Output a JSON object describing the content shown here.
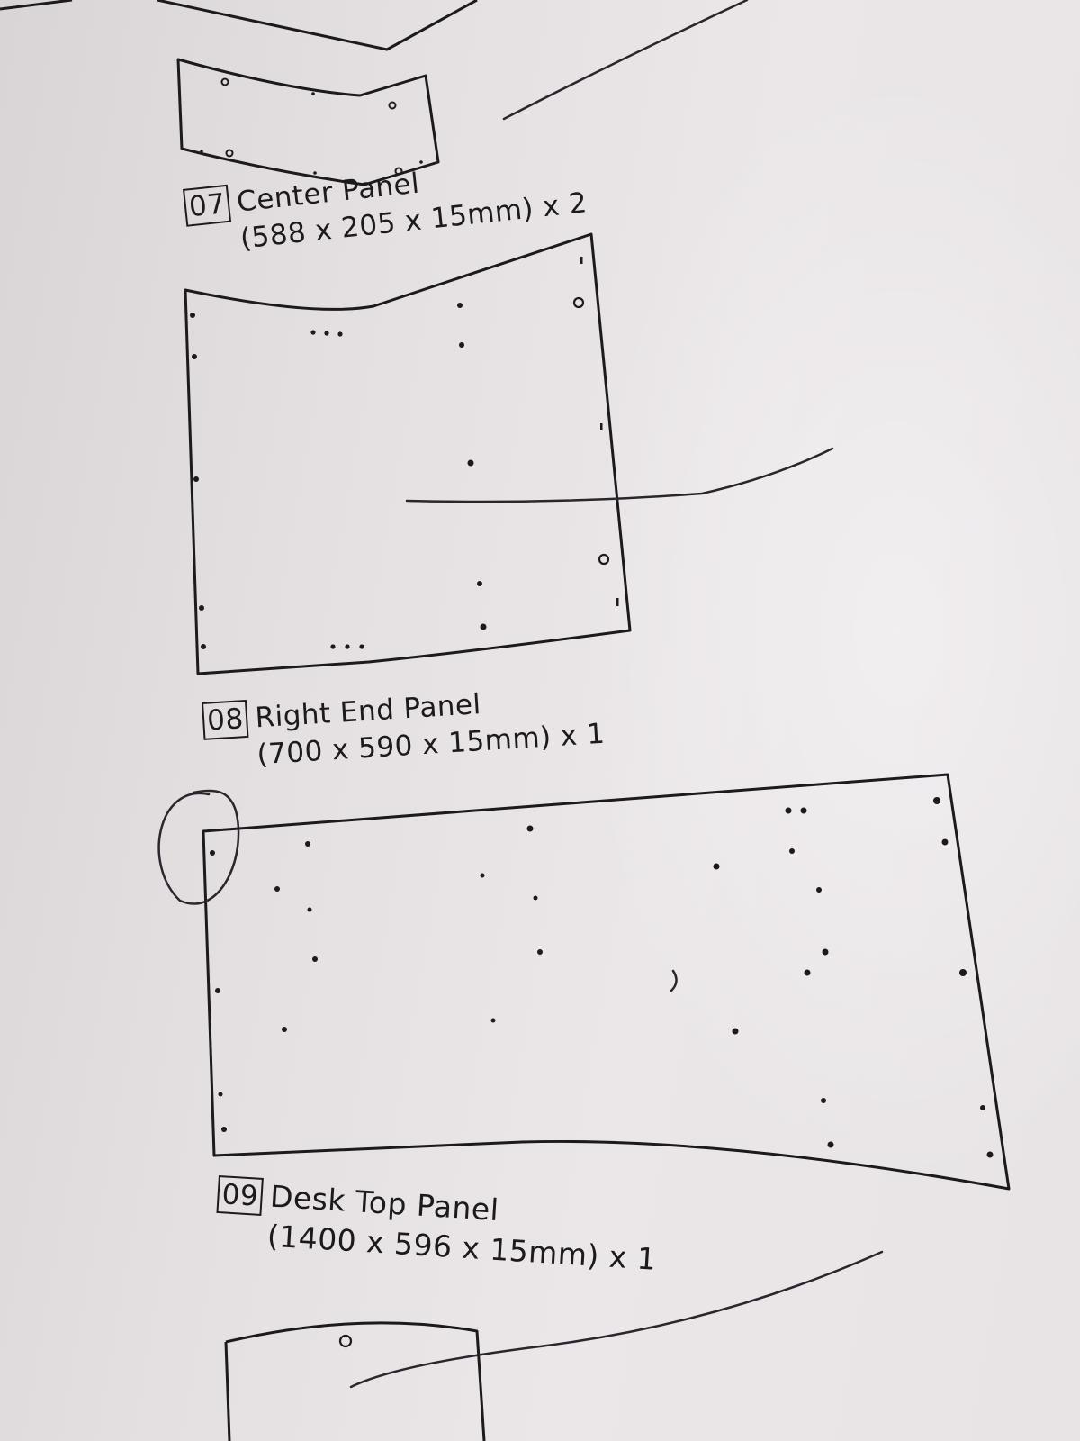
{
  "parts": [
    {
      "number": "07",
      "name": "Center Panel",
      "dimensions": "(588 x 205 x 15mm) x 2"
    },
    {
      "number": "08",
      "name": "Right End Panel",
      "dimensions": "(700 x 590 x 15mm) x 1"
    },
    {
      "number": "09",
      "name": "Desk Top Panel",
      "dimensions": "(1400 x 596 x 15mm) x 1"
    }
  ],
  "colors": {
    "paper": "#e6e1e3",
    "ink": "#1c1a1c"
  }
}
